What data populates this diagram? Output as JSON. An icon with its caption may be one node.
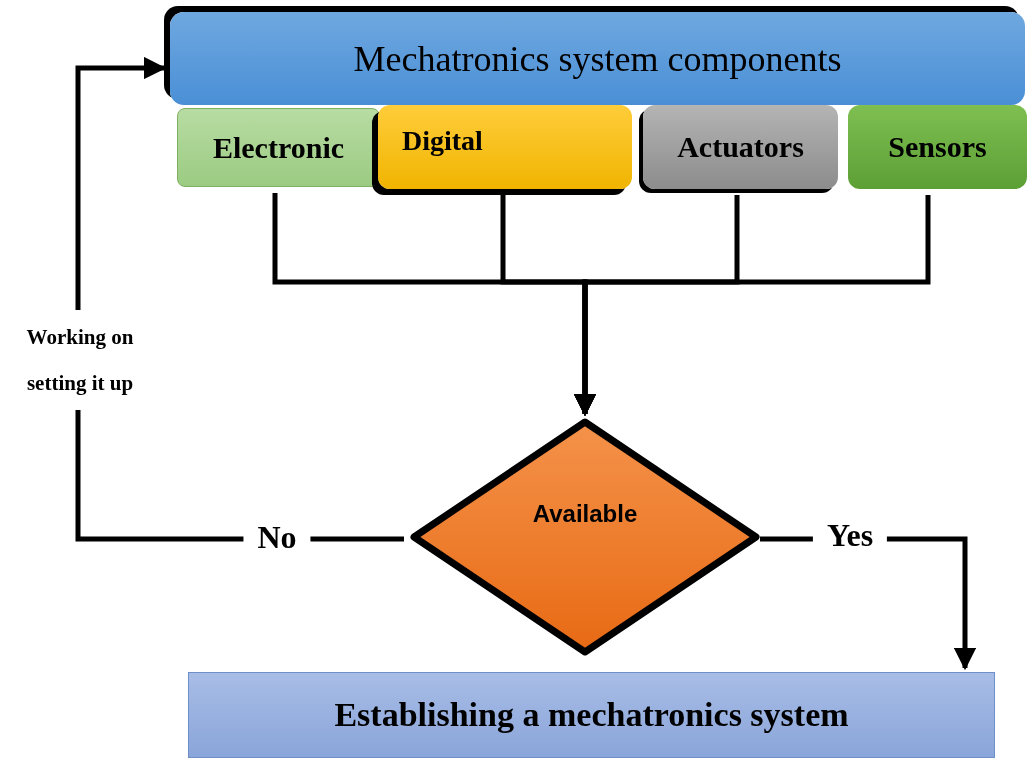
{
  "diagram": {
    "nodes": [
      {
        "text": [
          "Mechatronics system components"
        ]
      },
      {
        "text": [
          "Electronic"
        ]
      },
      {
        "text": [
          "Digital"
        ]
      },
      {
        "text": [
          "Actuators"
        ]
      },
      {
        "text": [
          "Sensors"
        ]
      },
      {
        "text": [
          "Available"
        ]
      },
      {
        "text": [
          "Establishing a mechatronics system"
        ]
      }
    ],
    "edges": [
      {
        "from": 1,
        "to": 5,
        "arrow": "to"
      },
      {
        "from": 2,
        "to": 5,
        "arrow": "to"
      },
      {
        "from": 3,
        "to": 5,
        "arrow": "to"
      },
      {
        "from": 4,
        "to": 5,
        "arrow": "to"
      },
      {
        "from": 5,
        "to": 0,
        "arrow": "to",
        "label": "No"
      },
      {
        "from": 5,
        "to": 6,
        "arrow": "to",
        "label": "Yes"
      }
    ],
    "labels": [
      "Working on setting it up"
    ]
  }
}
